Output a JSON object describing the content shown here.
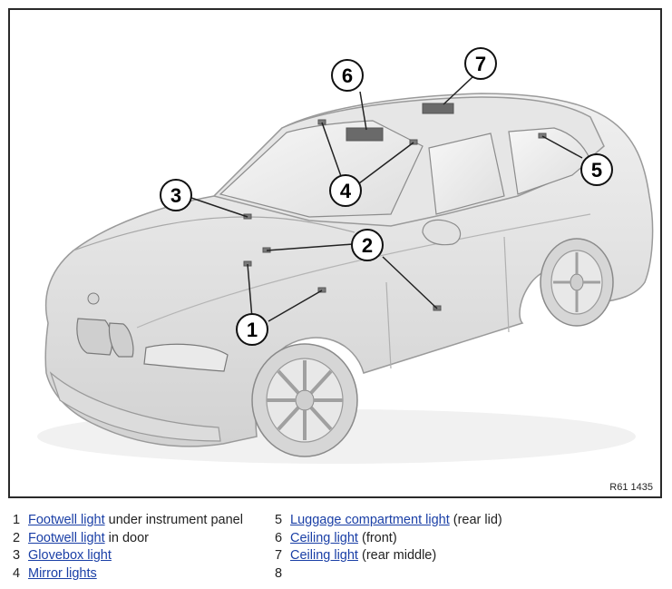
{
  "figure": {
    "id_label": "R61 1435",
    "callouts": [
      "1",
      "2",
      "3",
      "4",
      "5",
      "6",
      "7"
    ]
  },
  "legend": [
    {
      "num": "1",
      "link": "Footwell light",
      "rest": " under instrument panel"
    },
    {
      "num": "2",
      "link": "Footwell light",
      "rest": " in door"
    },
    {
      "num": "3",
      "link": "Glovebox light",
      "rest": ""
    },
    {
      "num": "4",
      "link": "Mirror lights",
      "rest": ""
    },
    {
      "num": "5",
      "link": "Luggage compartment light",
      "rest": " (rear lid)"
    },
    {
      "num": "6",
      "link": "Ceiling light",
      "rest": " (front)"
    },
    {
      "num": "7",
      "link": "Ceiling light",
      "rest": " (rear middle)"
    },
    {
      "num": "8",
      "link": "",
      "rest": ""
    }
  ],
  "colors": {
    "link": "#1a3fa6",
    "car_body": "#e4e4e4",
    "outline": "#9a9a9a"
  }
}
